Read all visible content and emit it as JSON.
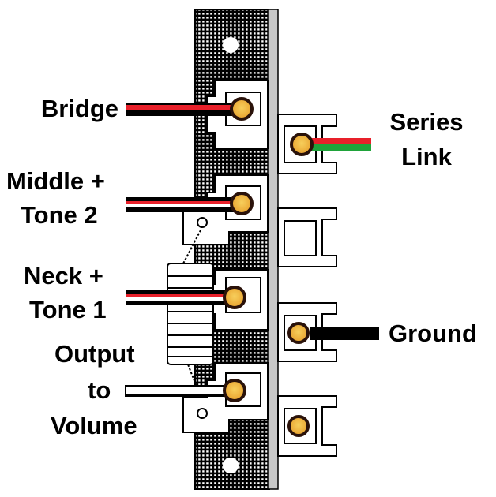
{
  "title": "Pickup selector switch wiring",
  "colors": {
    "wire_red": "#e8202a",
    "wire_green": "#1fa33a",
    "wire_black": "#000000",
    "wire_white": "#ffffff",
    "lug_solder": "#f0b43c",
    "switch_rail": "#c8c8c8"
  },
  "labels": {
    "bridge": "Bridge",
    "middle_line1": "Middle +",
    "middle_line2": "Tone 2",
    "neck_line1": "Neck +",
    "neck_line2": "Tone 1",
    "output_line1": "Output",
    "output_line2": "to",
    "output_line3": "Volume",
    "series_line1": "Series",
    "series_line2": "Link",
    "ground": "Ground"
  },
  "connections": [
    {
      "label": "Bridge",
      "side": "left",
      "lug": 1,
      "wire": [
        "black",
        "red"
      ]
    },
    {
      "label": "Middle + Tone 2",
      "side": "left",
      "lug": 2,
      "wire": [
        "black",
        "red",
        "white"
      ]
    },
    {
      "label": "Neck + Tone 1",
      "side": "left",
      "lug": 3,
      "wire": [
        "black",
        "red",
        "white"
      ]
    },
    {
      "label": "Output to Volume",
      "side": "left",
      "lug": 4,
      "wire": [
        "black",
        "white"
      ]
    },
    {
      "label": "Series Link",
      "side": "right",
      "lug": 1,
      "wire": [
        "red",
        "green"
      ]
    },
    {
      "label": "Ground",
      "side": "right",
      "lug": 3,
      "wire": [
        "black"
      ]
    }
  ]
}
